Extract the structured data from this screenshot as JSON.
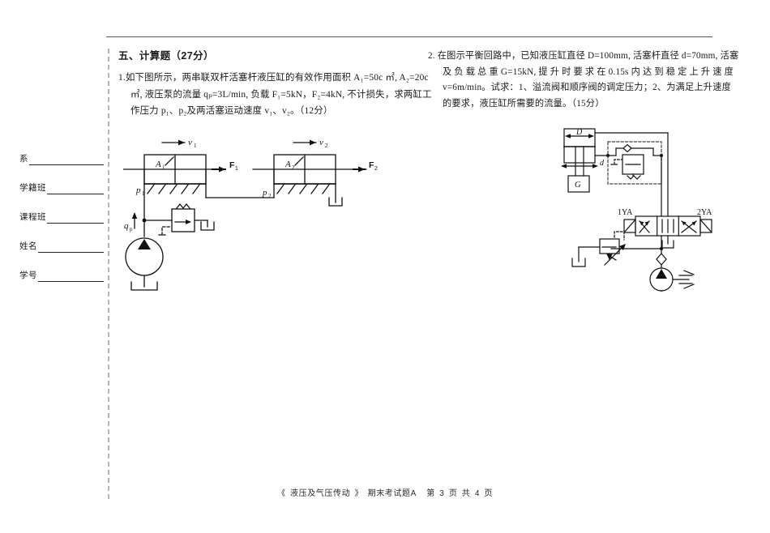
{
  "page": {
    "background_color": "#ffffff",
    "rule_color": "#555555",
    "fold_line_color": "#b5b5b5"
  },
  "margin_fields": [
    {
      "label": "系",
      "value": ""
    },
    {
      "label": "学籍班",
      "value": ""
    },
    {
      "label": "课程班",
      "value": ""
    },
    {
      "label": "姓名",
      "value": ""
    },
    {
      "label": "学号",
      "value": ""
    }
  ],
  "section": {
    "heading": "五、计算题（27分）"
  },
  "question1": {
    "number": "1.",
    "lines": [
      "1.如下图所示，两串联双杆活塞杆液压缸的有效作用面积 A₁=50c ㎡, A₂=20c",
      "㎡, 液压泵的流量 qₚ=3L/min, 负载 F₁=5kN，F₂=4kN, 不计损失，求两缸工",
      "作压力 p₁、p₂及两活塞运动速度 v₁、v₂。（12分）"
    ],
    "given": {
      "A1": "50c㎡",
      "A2": "20c㎡",
      "qp": "3L/min",
      "F1": "5kN",
      "F2": "4kN",
      "score": "12分"
    },
    "figure": {
      "labels": {
        "v1": "v₁",
        "v2": "v₂",
        "A1": "A₁",
        "A2": "A₂",
        "F1": "F₁",
        "F2": "F₂",
        "p1": "p₁",
        "p2": "p₂",
        "qp": "qₚ"
      }
    }
  },
  "question2": {
    "number": "2.",
    "lines": [
      "2. 在图示平衡回路中，已知液压缸直径 D=100mm, 活塞杆直径 d=70mm, 活塞",
      "及 负 载 总 重 G=15kN, 提 升 时 要 求 在 0.15s 内 达 到 稳 定 上 升 速 度",
      "v=6m/min。试求：1、溢流阀和顺序阀的调定压力；2、为满足上升速度",
      "的要求，液压缸所需要的流量。（15分）"
    ],
    "given": {
      "D": "100mm",
      "d": "70mm",
      "G": "15kN",
      "t": "0.15s",
      "v": "6m/min",
      "score": "15分"
    },
    "figure": {
      "labels": {
        "D": "D",
        "d": "d",
        "G": "G",
        "solenoid_left": "1YA",
        "solenoid_right": "2YA"
      }
    }
  },
  "footer": {
    "bracket_open": "《",
    "course": "液压及气压传动",
    "bracket_close": "》",
    "exam": "期末考试题A",
    "page_prefix": "第",
    "page_number": "3",
    "page_unit": "页",
    "total_prefix": "共",
    "total_pages": "4",
    "total_unit": "页"
  }
}
